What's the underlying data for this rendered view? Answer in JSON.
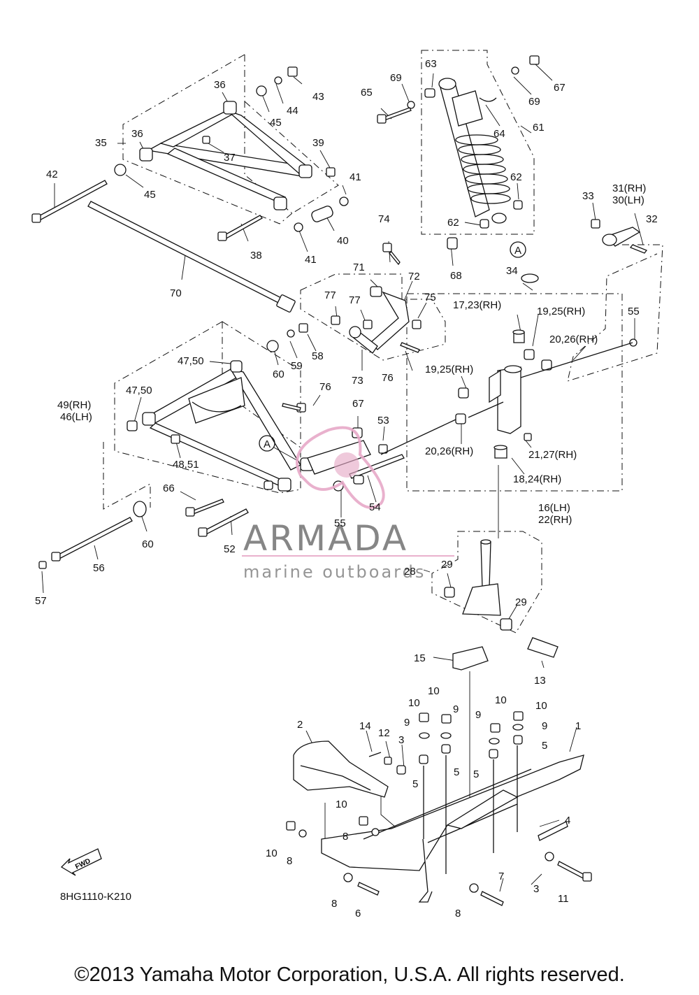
{
  "diagram": {
    "labels": [
      "36",
      "43",
      "44",
      "45",
      "36",
      "35",
      "37",
      "39",
      "42",
      "45",
      "41",
      "38",
      "40",
      "41",
      "70",
      "63",
      "69",
      "65",
      "67",
      "69",
      "64",
      "61",
      "62",
      "62",
      "68",
      "33",
      "31(RH)",
      "30(LH)",
      "32",
      "74",
      "71",
      "72",
      "75",
      "77",
      "77",
      "58",
      "59",
      "60",
      "47,50",
      "49(RH)",
      "46(LH)",
      "47,50",
      "48,51",
      "76",
      "76",
      "73",
      "34",
      "17,23(RH)",
      "19,25(RH)",
      "55",
      "20,26(RH)",
      "19,25(RH)",
      "20,26(RH)",
      "21,27(RH)",
      "18,24(RH)",
      "16(LH)",
      "22(RH)",
      "67",
      "53",
      "55",
      "54",
      "66",
      "52",
      "60",
      "56",
      "57",
      "28",
      "29",
      "29",
      "15",
      "13",
      "1",
      "2",
      "14",
      "12",
      "3",
      "9",
      "10",
      "10",
      "9",
      "10",
      "9",
      "10",
      "9",
      "5",
      "5",
      "5",
      "5",
      "4",
      "10",
      "8",
      "10",
      "8",
      "8",
      "6",
      "7",
      "8",
      "3",
      "11"
    ],
    "callout_a": "A",
    "fwd_label": "FWD",
    "diagram_code": "8HG1110-K210",
    "watermark_main": "ARMADA",
    "watermark_sub": "marine outboards",
    "watermark_color": "#e7a9c8",
    "copyright": "©2013 Yamaha Motor Corporation, U.S.A. All rights reserved."
  }
}
